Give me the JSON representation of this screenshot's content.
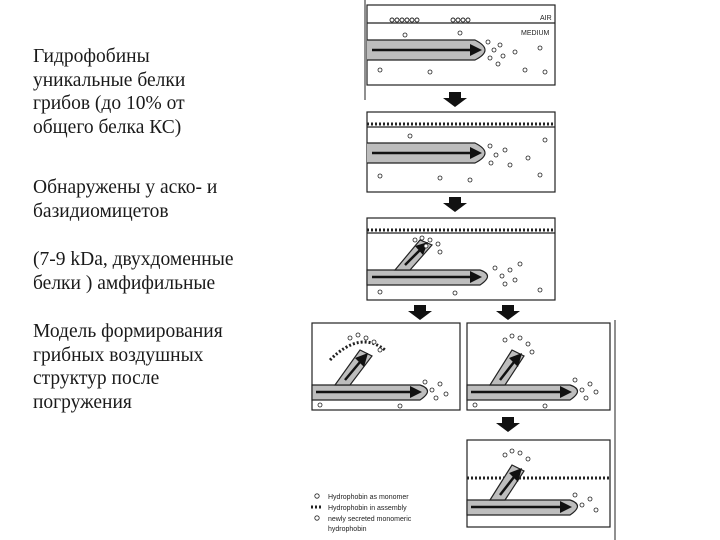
{
  "slide": {
    "paragraphs": [
      {
        "lines": [
          "Гидрофобины",
          "уникальные белки",
          "грибов (до 10% от",
          "общего белка КС)"
        ]
      },
      {
        "lines": [
          "Обнаружены у аско- и",
          "базидиомицетов"
        ]
      },
      {
        "lines": [
          "(7-9 kDa, двухдоменные",
          "белки ) амфифильные"
        ]
      },
      {
        "lines": [
          "Модель формирования",
          "грибных воздушных",
          "структур после",
          "погружения"
        ]
      }
    ]
  },
  "figure": {
    "labels": {
      "air": "AIR",
      "medium": "MEDIUM"
    },
    "legend": [
      {
        "text": "Hydrophobin as monomer"
      },
      {
        "text": "Hydrophobin in assembly"
      },
      {
        "text": "newly secreted monomeric"
      },
      {
        "text": "hydrophobin"
      }
    ],
    "colors": {
      "line": "#222222",
      "hypha_fill": "#bdbdbd",
      "arrow": "#111111"
    }
  }
}
